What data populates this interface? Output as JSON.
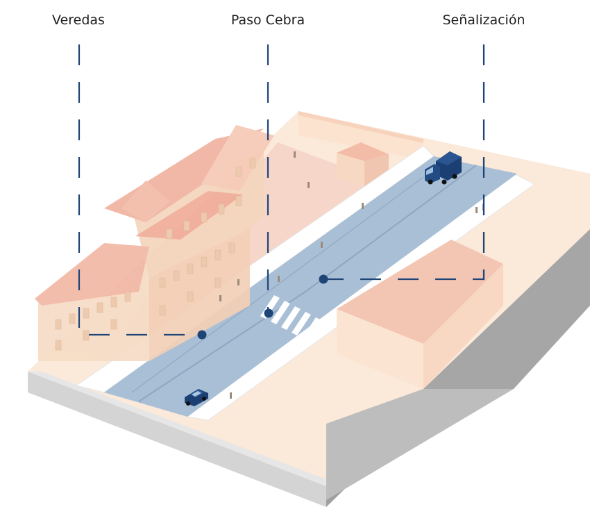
{
  "labels": {
    "veredas": "Veredas",
    "paso_cebra": "Paso Cebra",
    "senalizacion": "Señalización"
  },
  "colors": {
    "leader": "#1f4577",
    "road": "#a9bfd6",
    "vehicle": "#1c3f73",
    "building": "#f6dcc6",
    "roof": "#f2b8a5",
    "base": "#cfcfcf"
  }
}
